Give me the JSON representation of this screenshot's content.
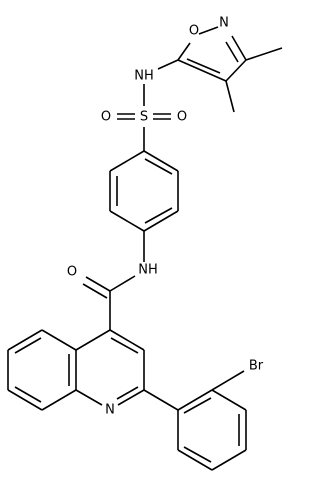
{
  "atoms": {
    "isoxazole_o": "O",
    "isoxazole_n": "N",
    "sulfonamide_nh": "NH",
    "sulfur": "S",
    "sulfonyl_o_left": "O",
    "sulfonyl_o_right": "O",
    "amide_o": "O",
    "amide_nh": "NH",
    "quinoline_n": "N",
    "bromine": "Br"
  }
}
